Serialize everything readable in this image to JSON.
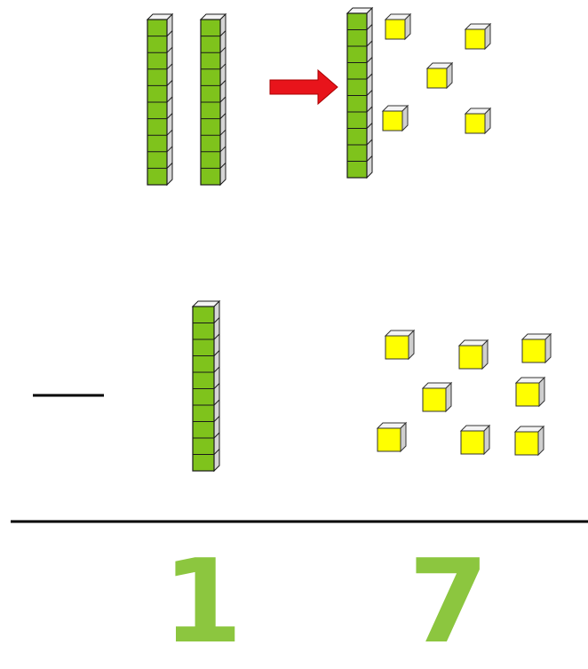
{
  "scene": {
    "colors": {
      "rod_fill": "#7fc31c",
      "rod_side": "#d6d6d6",
      "rod_stroke": "#1a1a1a",
      "unit_fill": "#ffff00",
      "unit_top": "#f4f4f4",
      "unit_side": "#cfcfcf",
      "arrow": "#e8141b",
      "digit": "#8cc63f",
      "line": "#000000"
    },
    "top_row": {
      "minuend_tens_rods": 2,
      "regrouped_tens_rods": 1,
      "regrouped_unit_cubes": 5,
      "arrow_icon": "arrow-right-icon"
    },
    "subtrahend": {
      "operator": "minus",
      "tens_rods": 1,
      "unit_cubes": 8
    },
    "result": {
      "tens_digit": "1",
      "ones_digit": "7"
    }
  }
}
